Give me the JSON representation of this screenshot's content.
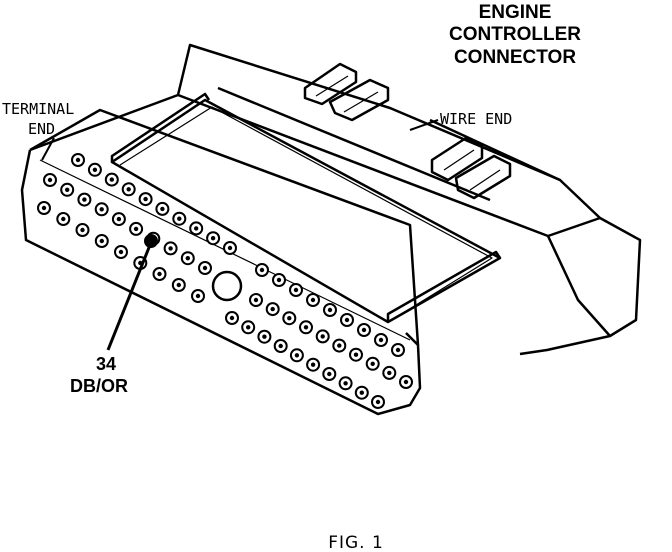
{
  "title": {
    "line1": "ENGINE",
    "line2": "CONTROLLER",
    "line3": "CONNECTOR"
  },
  "labels": {
    "terminal_line1": "TERMINAL",
    "terminal_line2": "END",
    "wire_end": "WIRE END"
  },
  "callout": {
    "pin_number": "34",
    "wire_color": "DB/OR"
  },
  "caption": "FIG. 1",
  "colors": {
    "ink": "#000000",
    "paper": "#ffffff"
  }
}
